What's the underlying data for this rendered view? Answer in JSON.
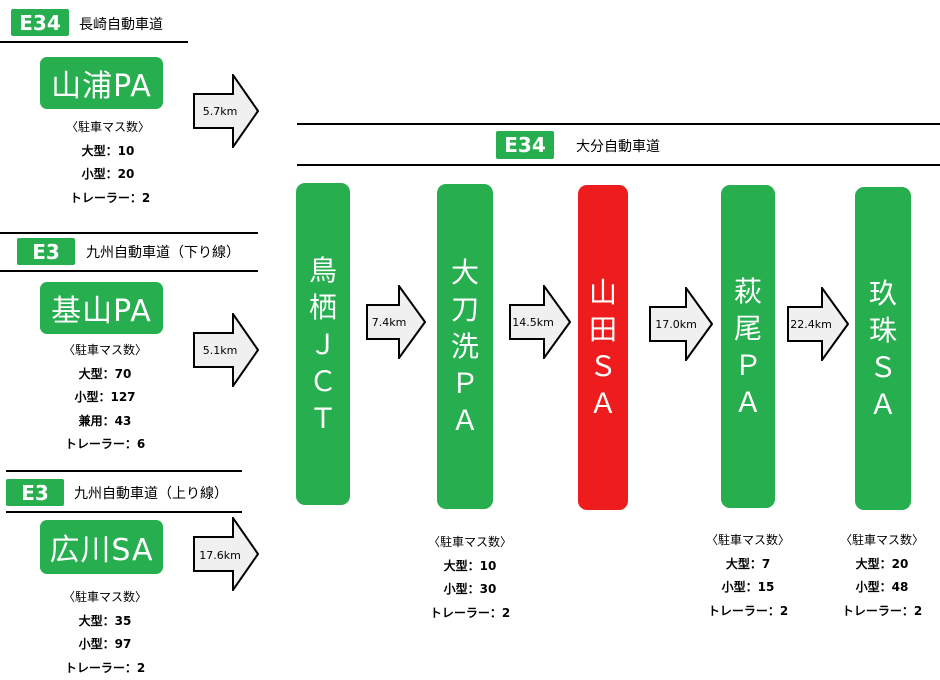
{
  "sections": [
    {
      "road_code": "E34",
      "road_name": "長崎自動車道",
      "station": "山浦PA",
      "distance": "5.7km",
      "parking_title": "〈駐車マス数〉",
      "parking": [
        "大型：10",
        "小型：20",
        "トレーラー：2"
      ]
    },
    {
      "road_code": "E3",
      "road_name": "九州自動車道（下り線）",
      "station": "基山PA",
      "distance": "5.1km",
      "parking_title": "〈駐車マス数〉",
      "parking": [
        "大型：70",
        "小型：127",
        "兼用：43",
        "トレーラー：6"
      ]
    },
    {
      "road_code": "E3",
      "road_name": "九州自動車道（上り線）",
      "station": "広川SA",
      "distance": "17.6km",
      "parking_title": "〈駐車マス数〉",
      "parking": [
        "大型：35",
        "小型：97",
        "トレーラー：2"
      ]
    }
  ],
  "main_road": {
    "code": "E34",
    "name": "大分自動車道"
  },
  "pillars": [
    {
      "chars": [
        "鳥",
        "栖",
        "Ｊ",
        "Ｃ",
        "Ｔ"
      ],
      "color": "#27ae4f"
    },
    {
      "chars": [
        "大",
        "刀",
        "洗",
        "Ｐ",
        "Ａ"
      ],
      "color": "#27ae4f"
    },
    {
      "chars": [
        "山",
        "田",
        "Ｓ",
        "Ａ"
      ],
      "color": "#ee1c1c"
    },
    {
      "chars": [
        "萩",
        "尾",
        "Ｐ",
        "Ａ"
      ],
      "color": "#27ae4f"
    },
    {
      "chars": [
        "玖",
        "珠",
        "Ｓ",
        "Ａ"
      ],
      "color": "#27ae4f"
    }
  ],
  "connectors": [
    "7.4km",
    "14.5km",
    "17.0km",
    "22.4km"
  ],
  "bottom_parking": [
    {
      "title": "〈駐車マス数〉",
      "lines": [
        "大型：10",
        "小型：30",
        "トレーラー：2"
      ]
    },
    {
      "title": "〈駐車マス数〉",
      "lines": [
        "大型：7",
        "小型：15",
        "トレーラー：2"
      ]
    },
    {
      "title": "〈駐車マス数〉",
      "lines": [
        "大型：20",
        "小型：48",
        "トレーラー：2"
      ]
    }
  ]
}
